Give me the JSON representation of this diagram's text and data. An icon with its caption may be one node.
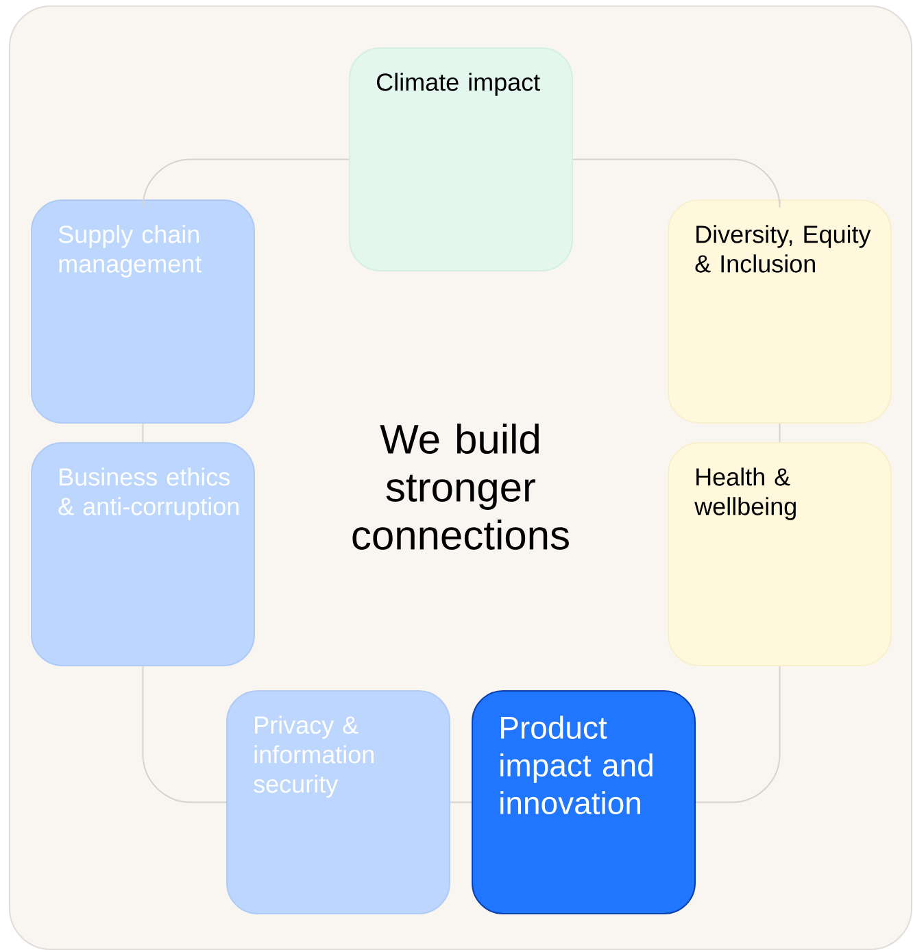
{
  "diagram": {
    "title": "We build stronger connections",
    "nodes": [
      {
        "text": [
          "Climate impact"
        ]
      },
      {
        "text": [
          "Supply chain management"
        ]
      },
      {
        "text": [
          "Diversity, Equity & Inclusion"
        ]
      },
      {
        "text": [
          "Business ethics & anti-corruption"
        ]
      },
      {
        "text": [
          "Health & wellbeing"
        ]
      },
      {
        "text": [
          "Privacy & information security"
        ]
      },
      {
        "text": [
          "Product impact and innovation"
        ]
      }
    ],
    "edges": [
      {
        "from": 0,
        "to": 2,
        "arrow": "none"
      },
      {
        "from": 2,
        "to": 4,
        "arrow": "none"
      },
      {
        "from": 4,
        "to": 6,
        "arrow": "none"
      },
      {
        "from": 6,
        "to": 5,
        "arrow": "none"
      },
      {
        "from": 5,
        "to": 3,
        "arrow": "none"
      },
      {
        "from": 3,
        "to": 1,
        "arrow": "none"
      },
      {
        "from": 1,
        "to": 0,
        "arrow": "none"
      }
    ]
  }
}
